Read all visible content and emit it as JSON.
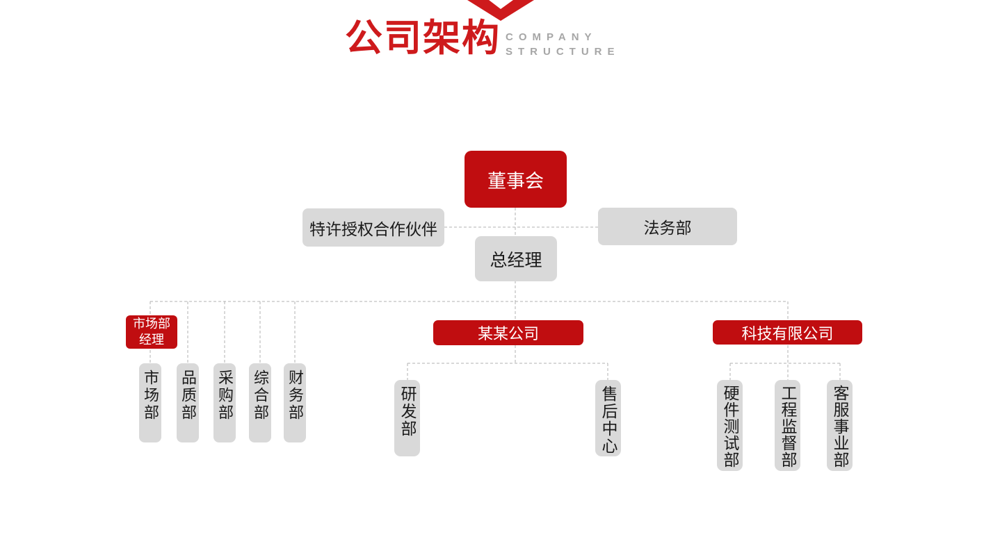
{
  "header": {
    "title": "公司架构",
    "subtitle_line1": "COMPANY",
    "subtitle_line2": "STRUCTURE"
  },
  "colors": {
    "title_red": "#CE1A1C",
    "node_red": "#C00D10",
    "node_gray": "#D9D9D9",
    "subtitle_gray": "#A6A6A6",
    "connector_gray": "#B0B0B0",
    "dark_text": "#1A1A1A"
  },
  "org": {
    "board": "董事会",
    "partner": "特许授权合作伙伴",
    "legal": "法务部",
    "general_manager": "总经理",
    "branches": [
      {
        "head": "市场部经理",
        "head_line1": "市场部",
        "head_line2": "经理",
        "departments": [
          "市场部",
          "品质部",
          "采购部",
          "综合部",
          "财务部"
        ]
      },
      {
        "head": "某某公司",
        "departments": [
          "研发部",
          "售后中心"
        ]
      },
      {
        "head": "科技有限公司",
        "departments": [
          "硬件测试部",
          "工程监督部",
          "客服事业部"
        ]
      }
    ]
  }
}
